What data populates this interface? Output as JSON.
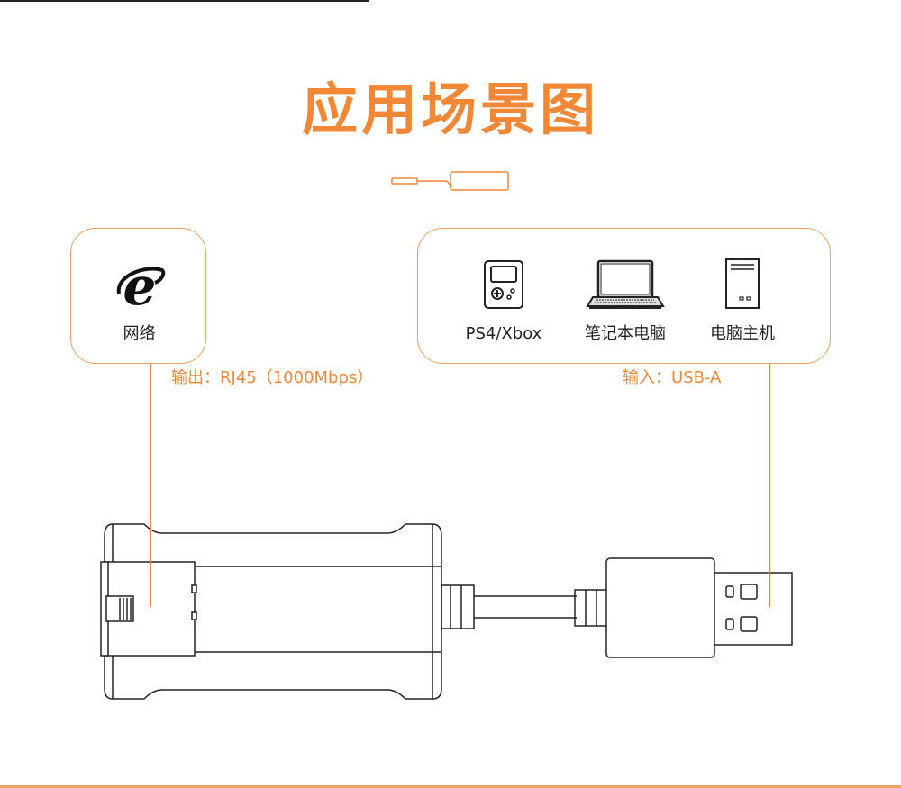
{
  "title": "应用场景图",
  "network": {
    "icon": "internet-explorer-icon",
    "label": "网络"
  },
  "devices": [
    {
      "icon": "game-console-icon",
      "label": "PS4/Xbox"
    },
    {
      "icon": "laptop-icon",
      "label": "笔记本电脑"
    },
    {
      "icon": "desktop-tower-icon",
      "label": "电脑主机"
    }
  ],
  "ports": {
    "output": "输出：RJ45（1000Mbps）",
    "input": "输入：USB-A"
  },
  "colors": {
    "accent": "#f08838",
    "border": "#f0a060",
    "ink": "#222222"
  }
}
